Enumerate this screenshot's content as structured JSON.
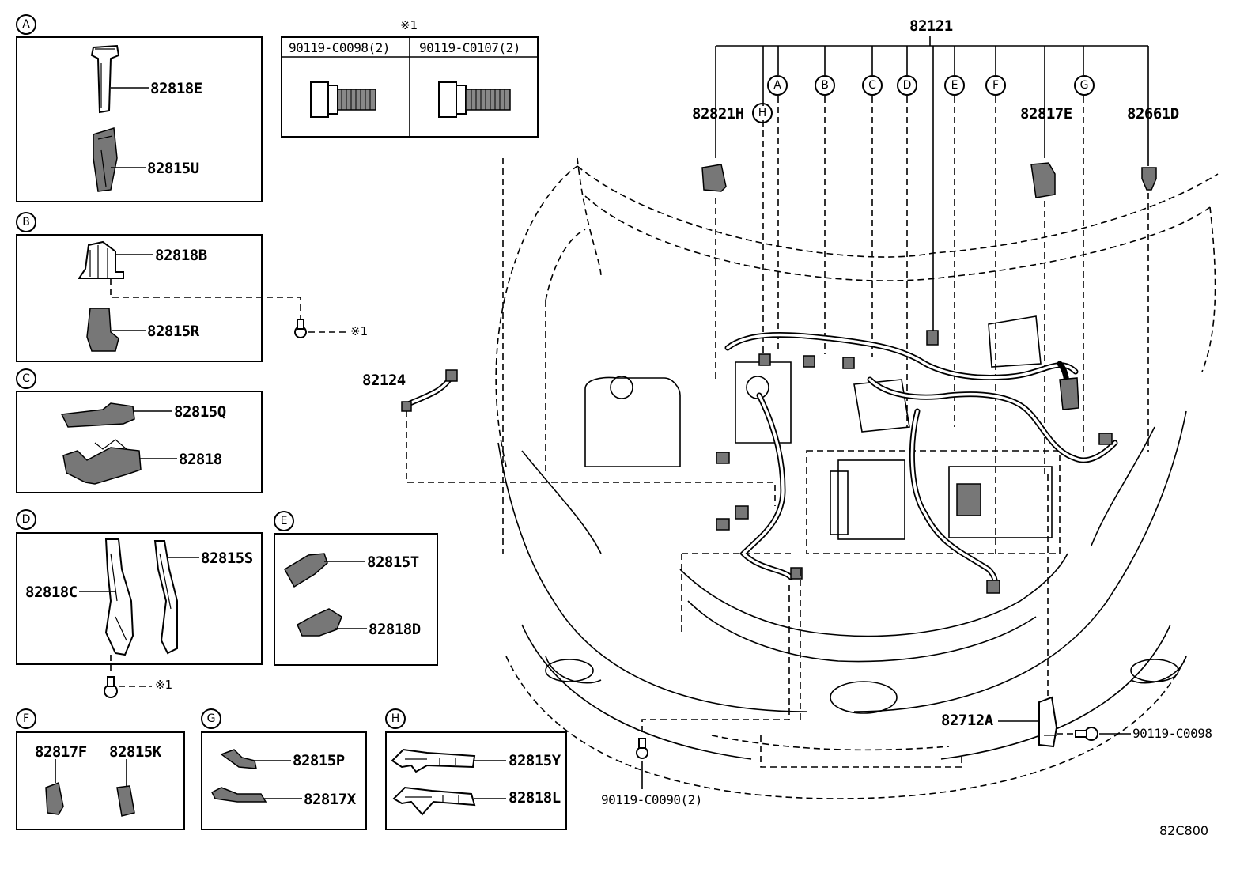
{
  "insets": {
    "A": {
      "letter": "A",
      "parts": [
        "82818E",
        "82815U"
      ]
    },
    "B": {
      "letter": "B",
      "parts": [
        "82818B",
        "82815R"
      ],
      "note": "※1"
    },
    "C": {
      "letter": "C",
      "parts": [
        "82815Q",
        "82818"
      ]
    },
    "D": {
      "letter": "D",
      "parts": [
        "82815S",
        "82818C"
      ],
      "note": "※1"
    },
    "E": {
      "letter": "E",
      "parts": [
        "82815T",
        "82818D"
      ]
    },
    "F": {
      "letter": "F",
      "parts": [
        "82817F",
        "82815K"
      ]
    },
    "G": {
      "letter": "G",
      "parts": [
        "82815P",
        "82817X"
      ]
    },
    "H": {
      "letter": "H",
      "parts": [
        "82815Y",
        "82818L"
      ]
    }
  },
  "bolt_table": {
    "ref": "※1",
    "columns": [
      "90119-C0098(2)",
      "90119-C0107(2)"
    ]
  },
  "main": {
    "harness": "82121",
    "letters": [
      "A",
      "B",
      "C",
      "D",
      "E",
      "F",
      "G",
      "H"
    ],
    "left_connector": "82821H",
    "right_part_1": "82817E",
    "right_part_2": "82661D",
    "side_harness": "82124",
    "bracket": "82712A",
    "bracket_bolt": "90119-C0098",
    "bottom_bolt": "90119-C0090(2)"
  },
  "diagram_code": "82C800"
}
